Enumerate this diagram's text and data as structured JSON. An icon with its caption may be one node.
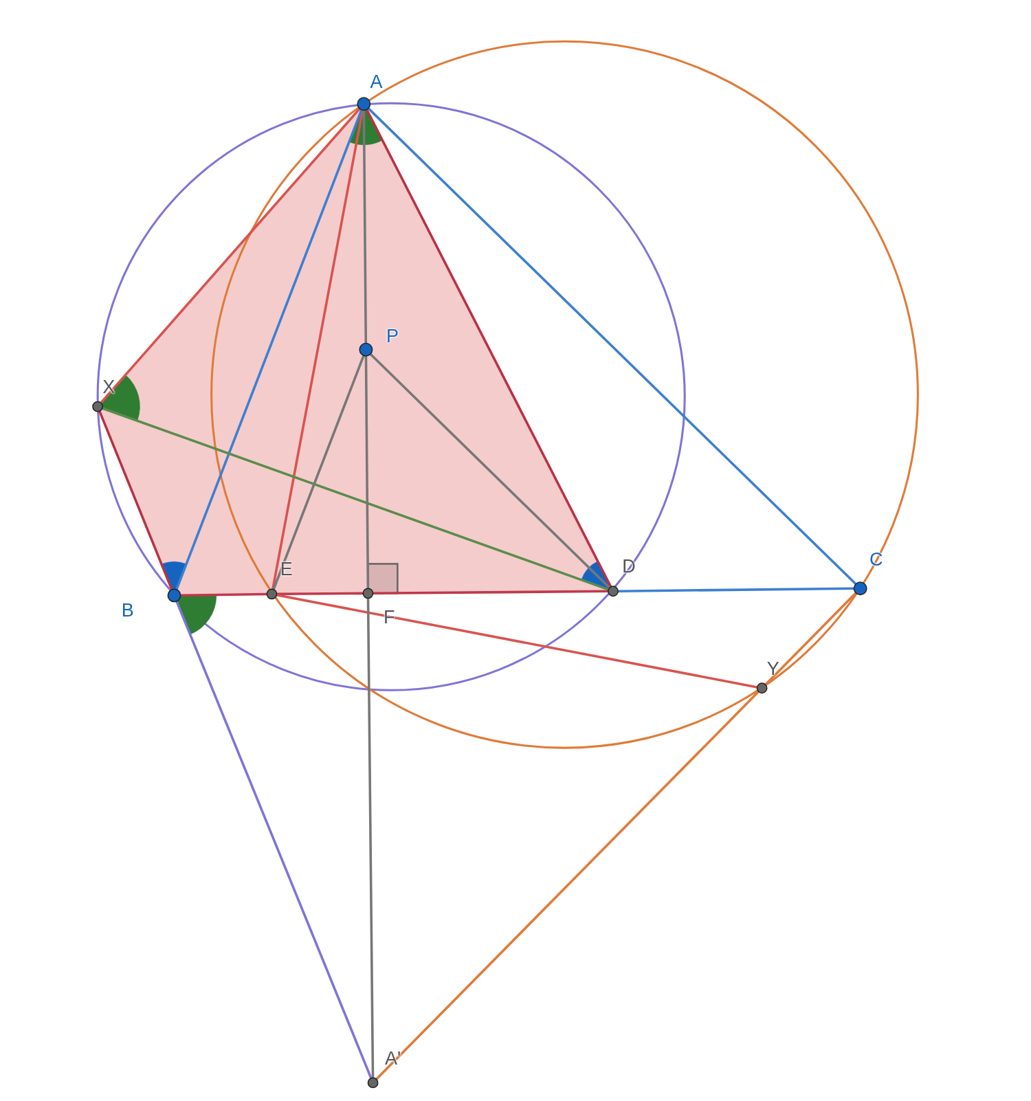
{
  "diagram": {
    "nodes": [
      {
        "text": [],
        "shape": "circle",
        "beside": [
          "A"
        ]
      },
      {
        "text": [],
        "shape": "circle",
        "beside": [
          "P"
        ]
      },
      {
        "text": [],
        "shape": "circle",
        "beside": [
          "X"
        ]
      },
      {
        "text": [],
        "shape": "circle",
        "beside": [
          "B"
        ]
      },
      {
        "text": [],
        "shape": "circle",
        "beside": [
          "E"
        ]
      },
      {
        "text": [],
        "shape": "circle",
        "beside": [
          "F"
        ]
      },
      {
        "text": [],
        "shape": "circle",
        "beside": [
          "D"
        ]
      },
      {
        "text": [],
        "shape": "circle",
        "beside": [
          "C"
        ]
      },
      {
        "text": [],
        "shape": "circle",
        "beside": [
          "Y"
        ]
      },
      {
        "text": [],
        "shape": "circle",
        "beside": [
          "A'"
        ]
      }
    ],
    "edges": [
      {
        "from": 0,
        "to": 2,
        "arrow": "none",
        "color": "#d9534f"
      },
      {
        "from": 2,
        "to": 3,
        "arrow": "none",
        "color": "#b83245"
      },
      {
        "from": 3,
        "to": 4,
        "arrow": "none",
        "color": "#c0394b"
      },
      {
        "from": 4,
        "to": 5,
        "arrow": "none",
        "color": "#c0394b"
      },
      {
        "from": 5,
        "to": 6,
        "arrow": "none",
        "color": "#c0394b"
      },
      {
        "from": 0,
        "to": 4,
        "arrow": "none",
        "color": "#d9534f"
      },
      {
        "from": 0,
        "to": 6,
        "arrow": "none",
        "color": "#b83245"
      },
      {
        "from": 0,
        "to": 3,
        "arrow": "none",
        "color": "#3d7fd0"
      },
      {
        "from": 0,
        "to": 7,
        "arrow": "none",
        "color": "#3d7fd0"
      },
      {
        "from": 6,
        "to": 7,
        "arrow": "none",
        "color": "#3d7fd0"
      },
      {
        "from": 2,
        "to": 6,
        "arrow": "none",
        "color": "#5b8c4a"
      },
      {
        "from": 4,
        "to": 8,
        "arrow": "none",
        "color": "#d9534f"
      },
      {
        "from": 0,
        "to": 1,
        "arrow": "none",
        "color": "#777777"
      },
      {
        "from": 1,
        "to": 5,
        "arrow": "none",
        "color": "#777777"
      },
      {
        "from": 5,
        "to": 9,
        "arrow": "none",
        "color": "#777777"
      },
      {
        "from": 1,
        "to": 4,
        "arrow": "none",
        "color": "#777777"
      },
      {
        "from": 1,
        "to": 6,
        "arrow": "none",
        "color": "#777777"
      },
      {
        "from": 3,
        "to": 9,
        "arrow": "none",
        "color": "#7f74d8"
      },
      {
        "from": 9,
        "to": 8,
        "arrow": "none",
        "color": "#e07b39"
      },
      {
        "from": 8,
        "to": 7,
        "arrow": "none",
        "color": "#e07b39"
      }
    ]
  }
}
